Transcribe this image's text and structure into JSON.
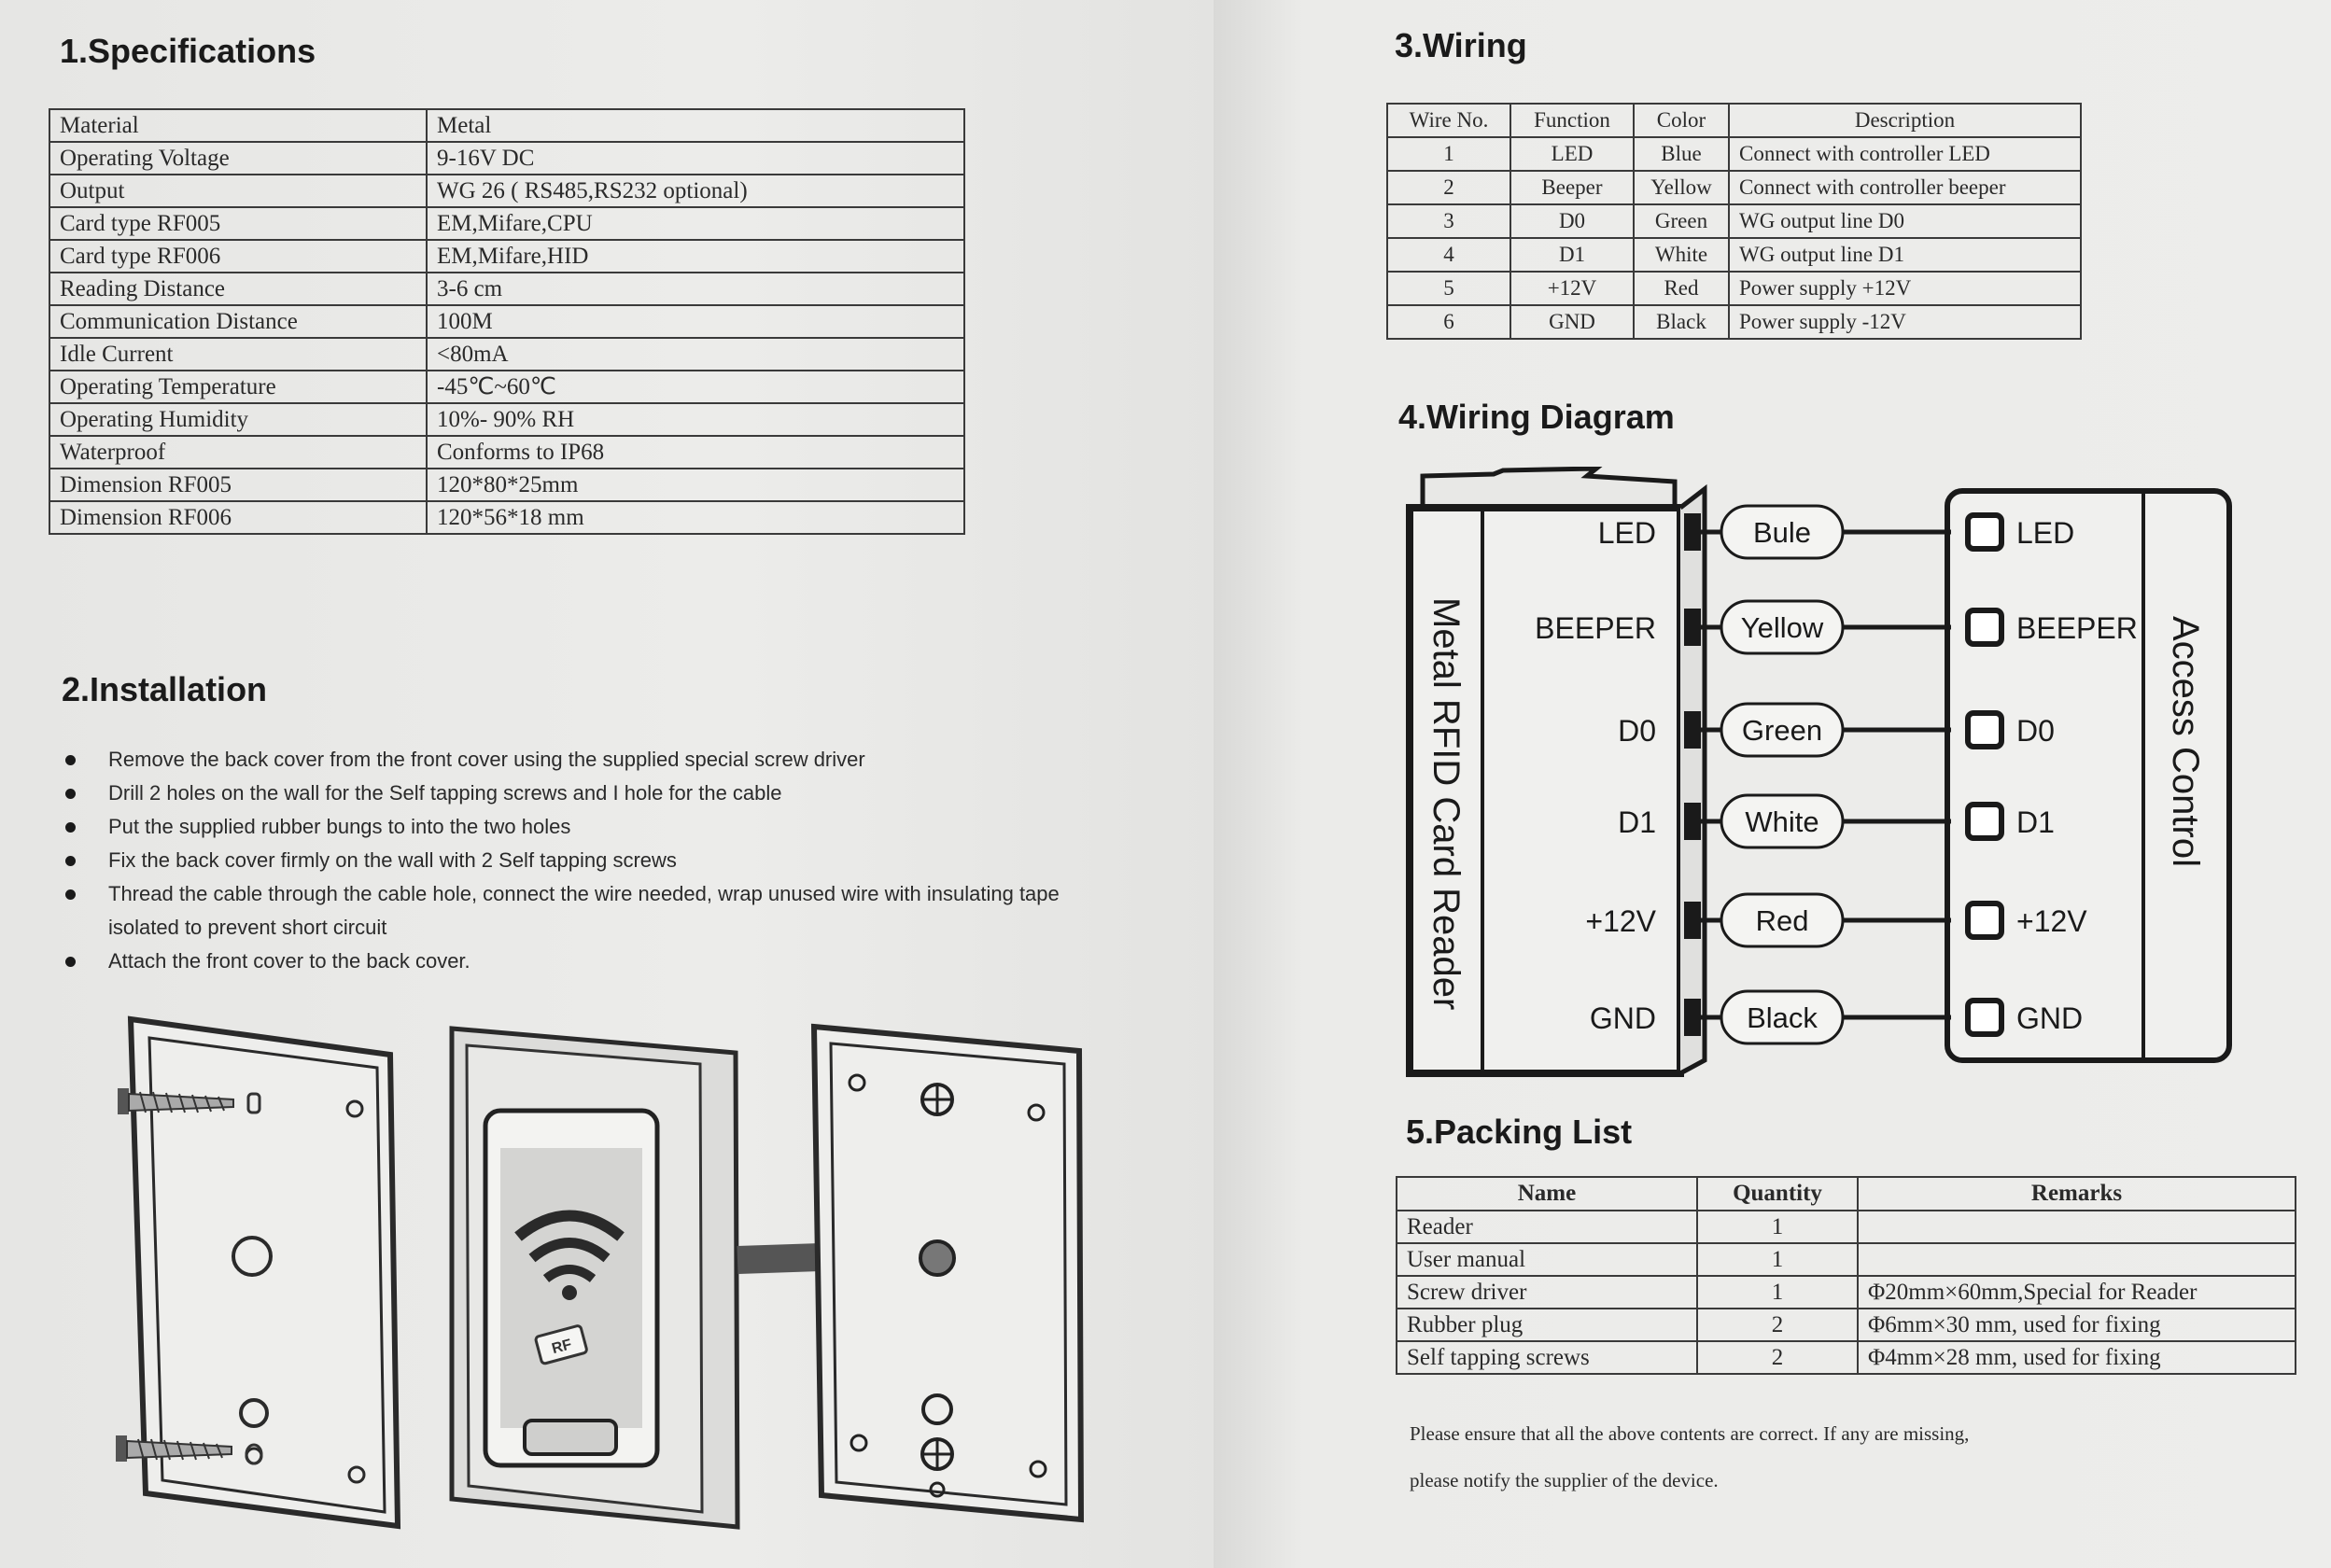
{
  "sections": {
    "specifications": "1.Specifications",
    "installation": "2.Installation",
    "wiring": "3.Wiring",
    "wiring_diagram": "4.Wiring Diagram",
    "packing_list": "5.Packing List"
  },
  "specifications": [
    [
      "Material",
      "Metal"
    ],
    [
      "Operating Voltage",
      "9-16V DC"
    ],
    [
      "Output",
      "WG 26 ( RS485,RS232 optional)"
    ],
    [
      "Card type RF005",
      "EM,Mifare,CPU"
    ],
    [
      "Card type RF006",
      "EM,Mifare,HID"
    ],
    [
      "Reading Distance",
      "3-6 cm"
    ],
    [
      "Communication Distance",
      "100M"
    ],
    [
      "Idle Current",
      "<80mA"
    ],
    [
      "Operating Temperature",
      "-45℃~60℃"
    ],
    [
      "Operating Humidity",
      "10%- 90% RH"
    ],
    [
      "Waterproof",
      "Conforms to IP68"
    ],
    [
      "Dimension RF005",
      "120*80*25mm"
    ],
    [
      "Dimension RF006",
      "120*56*18 mm"
    ]
  ],
  "installation_steps": [
    "Remove the back cover from the front cover using the supplied special screw driver",
    "Drill 2 holes on the wall for the Self tapping screws and I hole for the cable",
    "Put the supplied rubber bungs to into the two holes",
    "Fix the back cover firmly on the wall with 2 Self tapping screws",
    "Thread the cable through the cable hole, connect the wire needed, wrap unused wire with insulating tape isolated to prevent short circuit",
    "Attach the front cover to the back cover."
  ],
  "wiring": {
    "headers": [
      "Wire No.",
      "Function",
      "Color",
      "Description"
    ],
    "rows": [
      [
        "1",
        "LED",
        "Blue",
        "Connect with controller LED"
      ],
      [
        "2",
        "Beeper",
        "Yellow",
        "Connect with controller beeper"
      ],
      [
        "3",
        "D0",
        "Green",
        "WG output line D0"
      ],
      [
        "4",
        "D1",
        "White",
        "WG output line D1"
      ],
      [
        "5",
        "+12V",
        "Red",
        "Power supply +12V"
      ],
      [
        "6",
        "GND",
        "Black",
        "Power supply -12V"
      ]
    ]
  },
  "diagram": {
    "reader_label": "Metal RFID Card Reader",
    "controller_label": "Access  Control",
    "reader_pins": [
      "LED",
      "BEEPER",
      "D0",
      "D1",
      "+12V",
      "GND"
    ],
    "wire_colors": [
      "Bule",
      "Yellow",
      "Green",
      "White",
      "Red",
      "Black"
    ],
    "controller_pins": [
      "LED",
      "BEEPER",
      "D0",
      "D1",
      "+12V",
      "GND"
    ]
  },
  "device_illustration": {
    "badge": "RF"
  },
  "packing": {
    "headers": [
      "Name",
      "Quantity",
      "Remarks"
    ],
    "rows": [
      [
        "Reader",
        "1",
        ""
      ],
      [
        "User manual",
        "1",
        ""
      ],
      [
        "Screw driver",
        "1",
        "Φ20mm×60mm,Special for Reader"
      ],
      [
        "Rubber plug",
        "2",
        "Φ6mm×30 mm, used for fixing"
      ],
      [
        "Self tapping screws",
        "2",
        "Φ4mm×28 mm, used for fixing"
      ]
    ]
  },
  "notes": [
    "Please ensure that all the above contents are correct. If any are missing,",
    "please notify the supplier of the device."
  ]
}
